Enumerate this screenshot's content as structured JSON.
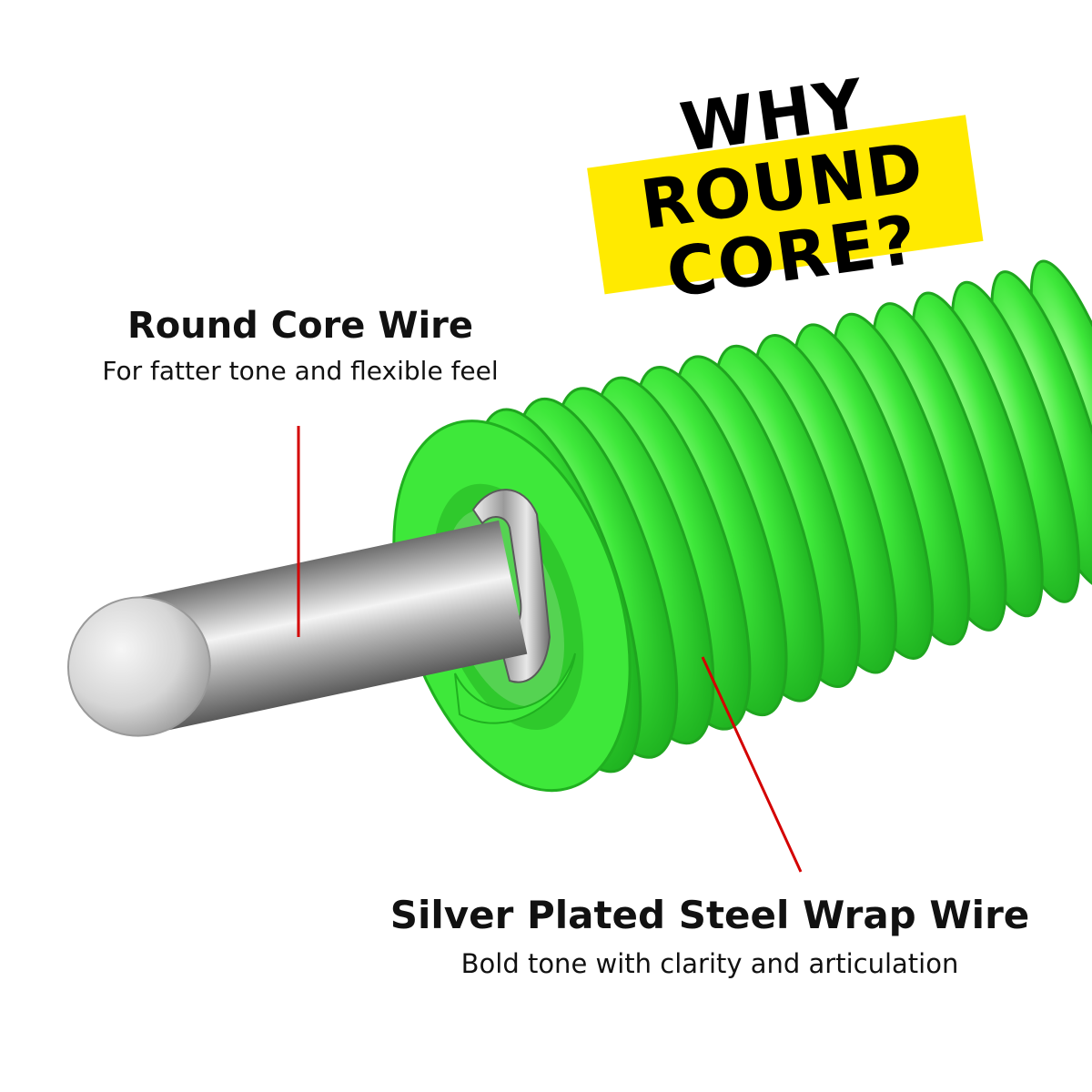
{
  "headline": {
    "lines": [
      "WHY",
      "ROUND",
      "CORE?"
    ],
    "banner_color": "#ffea00"
  },
  "core_callout": {
    "title": "Round Core Wire",
    "subtitle": "For fatter tone and flexible feel"
  },
  "wrap_callout": {
    "title": "Silver Plated Steel Wrap Wire",
    "subtitle": "Bold tone with clarity and articulation"
  },
  "colors": {
    "wrap_green": "#3ee83a",
    "leader_red": "#d40000",
    "core_silver": "#b8b8b8"
  }
}
